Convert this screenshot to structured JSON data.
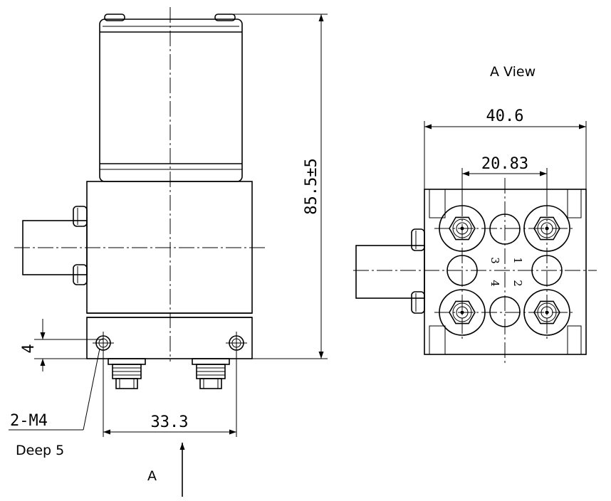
{
  "view_title": "A View",
  "dimensions": {
    "overall_height": "85.5±5",
    "hole_offset": "4",
    "hole_spacing": "33.3",
    "width": "40.6",
    "connector_spacing": "20.83"
  },
  "callouts": {
    "thread": "2-M4",
    "depth": "Deep 5",
    "view_arrow": "A"
  },
  "port_numbers": [
    "1",
    "2",
    "3",
    "4"
  ]
}
